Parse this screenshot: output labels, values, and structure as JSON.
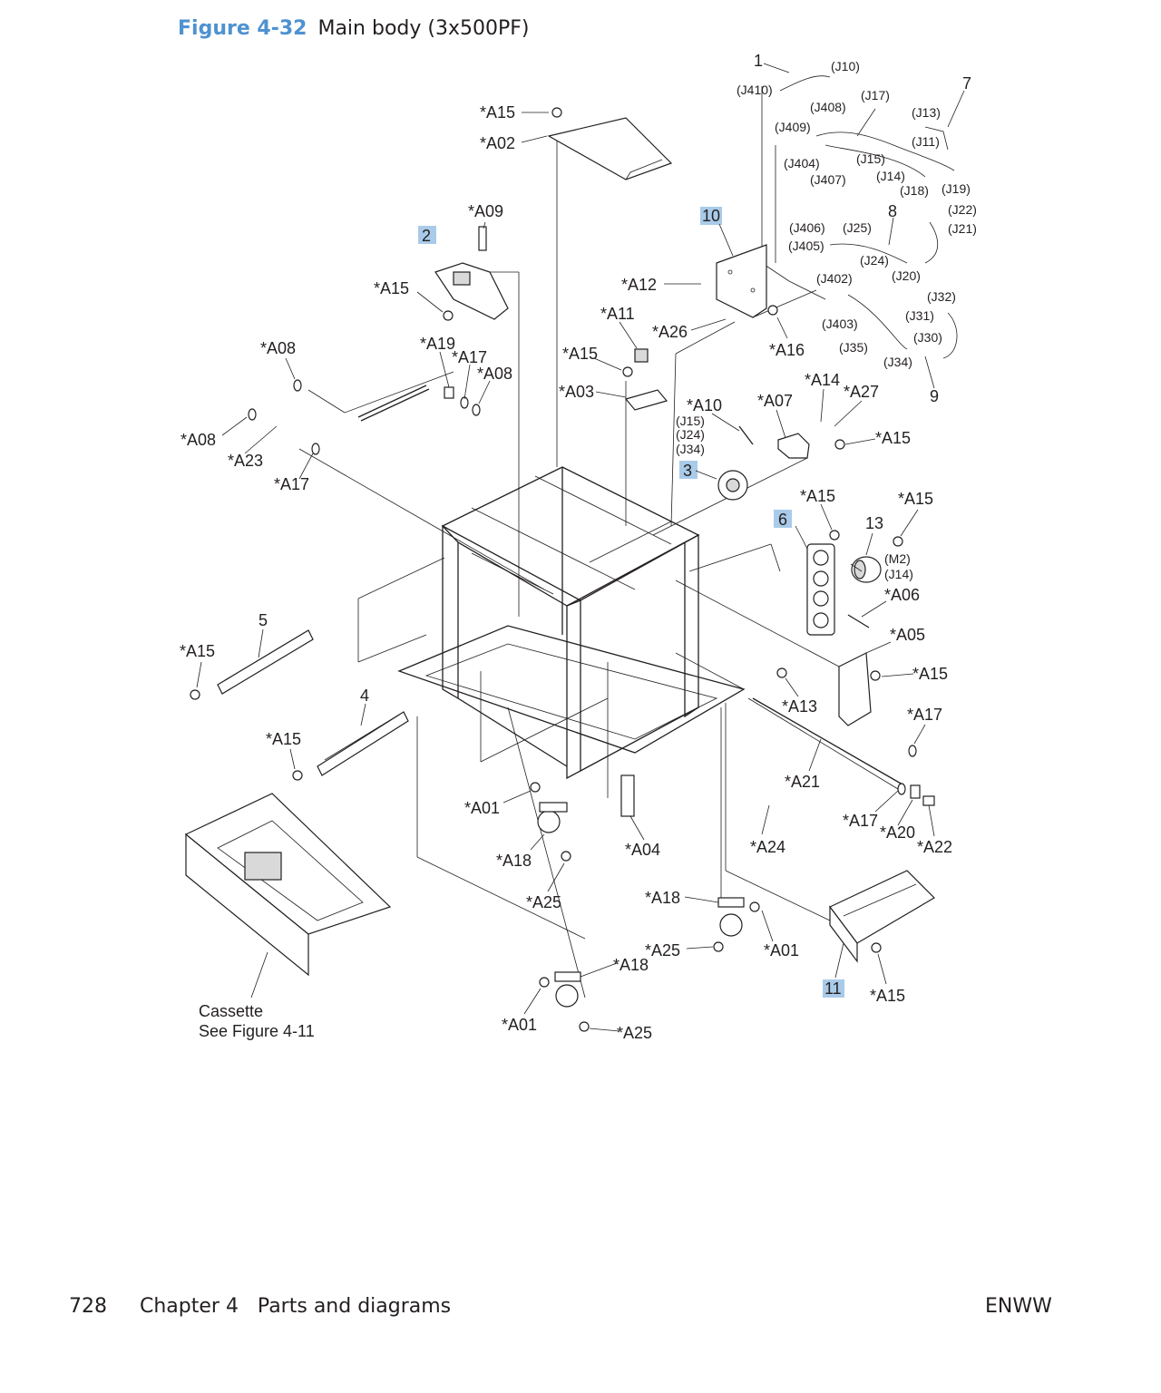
{
  "figure": {
    "number": "Figure 4-32",
    "caption": "Main body (3x500PF)"
  },
  "footer": {
    "page": "728",
    "chapter": "Chapter 4   Parts and diagrams",
    "brand": "ENWW"
  },
  "cassette_note": {
    "line1": "Cassette",
    "line2": "See Figure 4-11"
  },
  "callouts": {
    "c1": "1",
    "c2": "2",
    "c3": "3",
    "c4": "4",
    "c5": "5",
    "c6": "6",
    "c7": "7",
    "c8": "8",
    "c9": "9",
    "c10": "10",
    "c11": "11",
    "c13": "13",
    "a15_top": "*A15",
    "a02": "*A02",
    "a09": "*A09",
    "a15_bracket": "*A15",
    "a12": "*A12",
    "a11": "*A11",
    "a26": "*A26",
    "a16": "*A16",
    "a08_l": "*A08",
    "a19": "*A19",
    "a17_u": "*A17",
    "a08_r": "*A08",
    "a15_mid": "*A15",
    "a03": "*A03",
    "a08_bl": "*A08",
    "a23": "*A23",
    "a17_l": "*A17",
    "a10": "*A10",
    "a07": "*A07",
    "a14": "*A14",
    "a27": "*A27",
    "a15_r1": "*A15",
    "a15_r2": "*A15",
    "a15_r3": "*A15",
    "a06": "*A06",
    "a05": "*A05",
    "a15_r4": "*A15",
    "a15_left": "*A15",
    "a13": "*A13",
    "a17_r": "*A17",
    "a15_rail": "*A15",
    "a21": "*A21",
    "a01_c": "*A01",
    "a18_c": "*A18",
    "a04": "*A04",
    "a24": "*A24",
    "a17_b": "*A17",
    "a20": "*A20",
    "a22": "*A22",
    "a25_c": "*A25",
    "a18_r": "*A18",
    "a25_r": "*A25",
    "a01_r": "*A01",
    "a18_b": "*A18",
    "a01_b": "*A01",
    "a25_b": "*A25",
    "a15_bot": "*A15"
  },
  "connectors": {
    "j10": "(J10)",
    "j410": "(J410)",
    "j408": "(J408)",
    "j17": "(J17)",
    "j13": "(J13)",
    "j409": "(J409)",
    "j11": "(J11)",
    "j404": "(J404)",
    "j15": "(J15)",
    "j14": "(J14)",
    "j407": "(J407)",
    "j18": "(J18)",
    "j19": "(J19)",
    "j22": "(J22)",
    "j21": "(J21)",
    "j406": "(J406)",
    "j25": "(J25)",
    "j405": "(J405)",
    "j24": "(J24)",
    "j20": "(J20)",
    "j402": "(J402)",
    "j32": "(J32)",
    "j31": "(J31)",
    "j403": "(J403)",
    "j30": "(J30)",
    "j35": "(J35)",
    "j34": "(J34)",
    "m_j15": "(J15)",
    "m_j24": "(J24)",
    "m_j34": "(J34)",
    "m2": "(M2)",
    "m2_j14": "(J14)"
  }
}
